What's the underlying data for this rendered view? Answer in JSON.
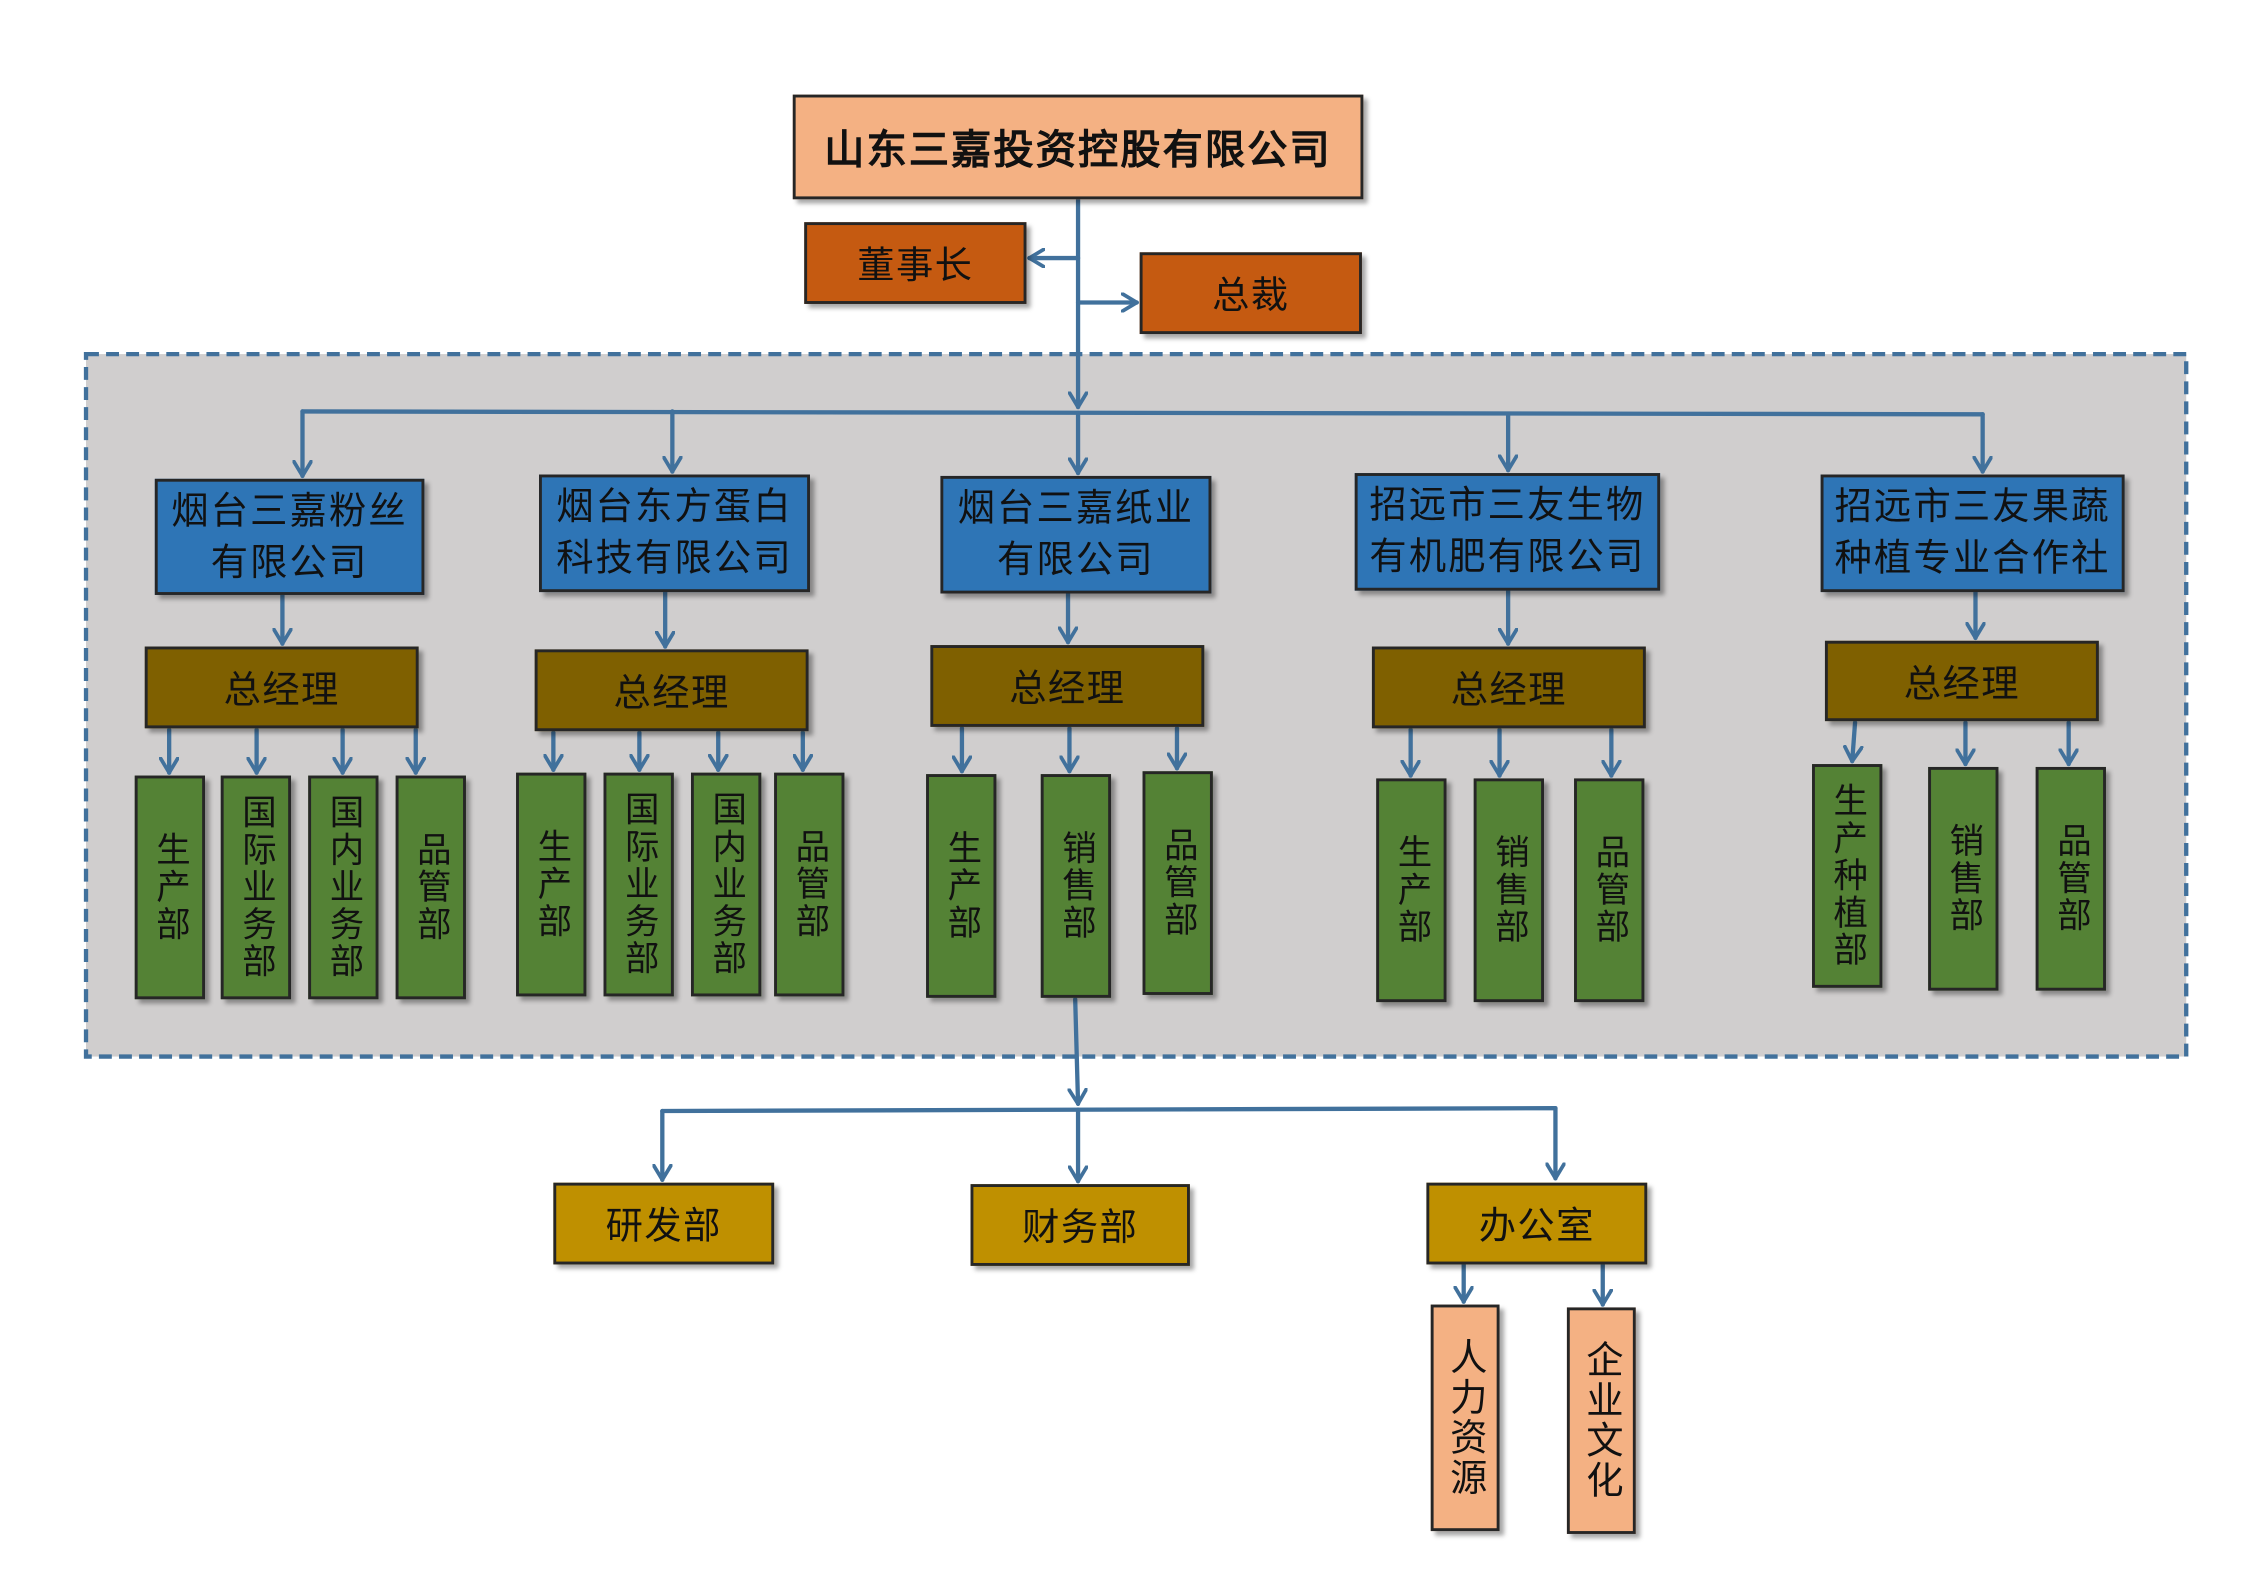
{
  "holding_company": {
    "name": "山东三嘉投资控股有限公司"
  },
  "executives": {
    "chairman": "董事长",
    "president": "总裁"
  },
  "subsidiaries": [
    {
      "name_lines": [
        "烟台三嘉粉丝",
        "有限公司"
      ],
      "manager": "总经理",
      "departments": [
        "生产部",
        "国际业务部",
        "国内业务部",
        "品管部"
      ]
    },
    {
      "name_lines": [
        "烟台东方蛋白",
        "科技有限公司"
      ],
      "manager": "总经理",
      "departments": [
        "生产部",
        "国际业务部",
        "国内业务部",
        "品管部"
      ]
    },
    {
      "name_lines": [
        "烟台三嘉纸业",
        "有限公司"
      ],
      "manager": "总经理",
      "departments": [
        "生产部",
        "销售部",
        "品管部"
      ]
    },
    {
      "name_lines": [
        "招远市三友生物",
        "有机肥有限公司"
      ],
      "manager": "总经理",
      "departments": [
        "生产部",
        "销售部",
        "品管部"
      ]
    },
    {
      "name_lines": [
        "招远市三友果蔬",
        "种植专业合作社"
      ],
      "manager": "总经理",
      "departments": [
        "生产种植部",
        "销售部",
        "品管部"
      ]
    }
  ],
  "group_departments": [
    {
      "name": "研发部"
    },
    {
      "name": "财务部"
    },
    {
      "name": "办公室",
      "sub_units": [
        "人力资源",
        "企业文化"
      ]
    }
  ],
  "colors": {
    "holding_fill": "#F4B183",
    "executive_fill": "#C55A11",
    "subsidiary_fill": "#2E75B6",
    "manager_fill": "#7F6000",
    "department_fill": "#548235",
    "group_department_fill": "#BF9000",
    "office_unit_fill": "#F4B183",
    "subsidiary_area_fill": "#D0CECE",
    "connector": "#41719C"
  }
}
